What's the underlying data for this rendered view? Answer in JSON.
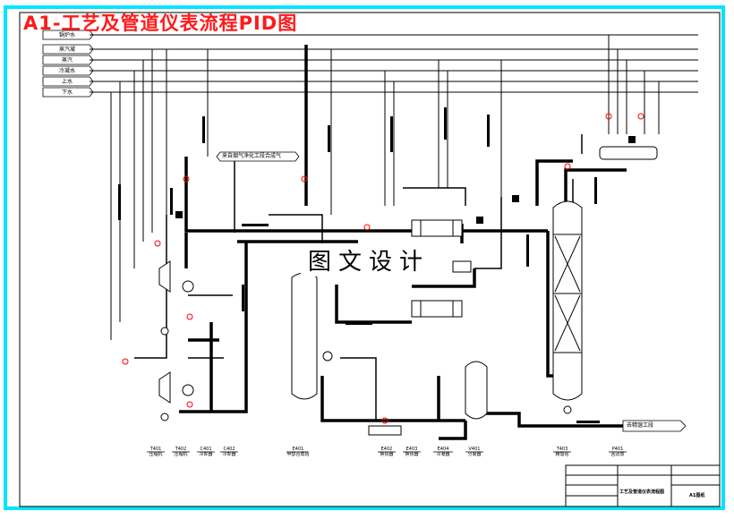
{
  "title": "A1-工艺及管道仪表流程PID图",
  "watermark": "图文设计",
  "utility_lines": [
    {
      "label": "锅炉水"
    },
    {
      "label": "蒸汽凝"
    },
    {
      "label": "蒸汽"
    },
    {
      "label": "冷凝水"
    },
    {
      "label": "上水"
    },
    {
      "label": "下水"
    }
  ],
  "callouts": {
    "gas_inlet": "来自烟气净化工段合成气",
    "to_next": "去精馏工段"
  },
  "equipment_tags": [
    {
      "tag": "T401",
      "name": "压缩机"
    },
    {
      "tag": "T402",
      "name": "压缩机"
    },
    {
      "tag": "C401",
      "name": "冷却器"
    },
    {
      "tag": "C402",
      "name": "冷却器"
    },
    {
      "tag": "E401",
      "name": "甲醇合成塔"
    },
    {
      "tag": "E402",
      "name": "换热器"
    },
    {
      "tag": "E403",
      "name": "换热器"
    },
    {
      "tag": "E404",
      "name": "冷凝器"
    },
    {
      "tag": "V401",
      "name": "分离器"
    },
    {
      "tag": "T403",
      "name": "精馏塔"
    },
    {
      "tag": "P401",
      "name": "回流泵"
    }
  ],
  "title_block": {
    "drawing_title": "工艺及管道仪表流程图",
    "drawing_no": "A1图纸"
  },
  "colors": {
    "frame": "#00e5ff",
    "title": "#ff1a1a",
    "instrument": "#ff0000",
    "lines": "#000000"
  }
}
